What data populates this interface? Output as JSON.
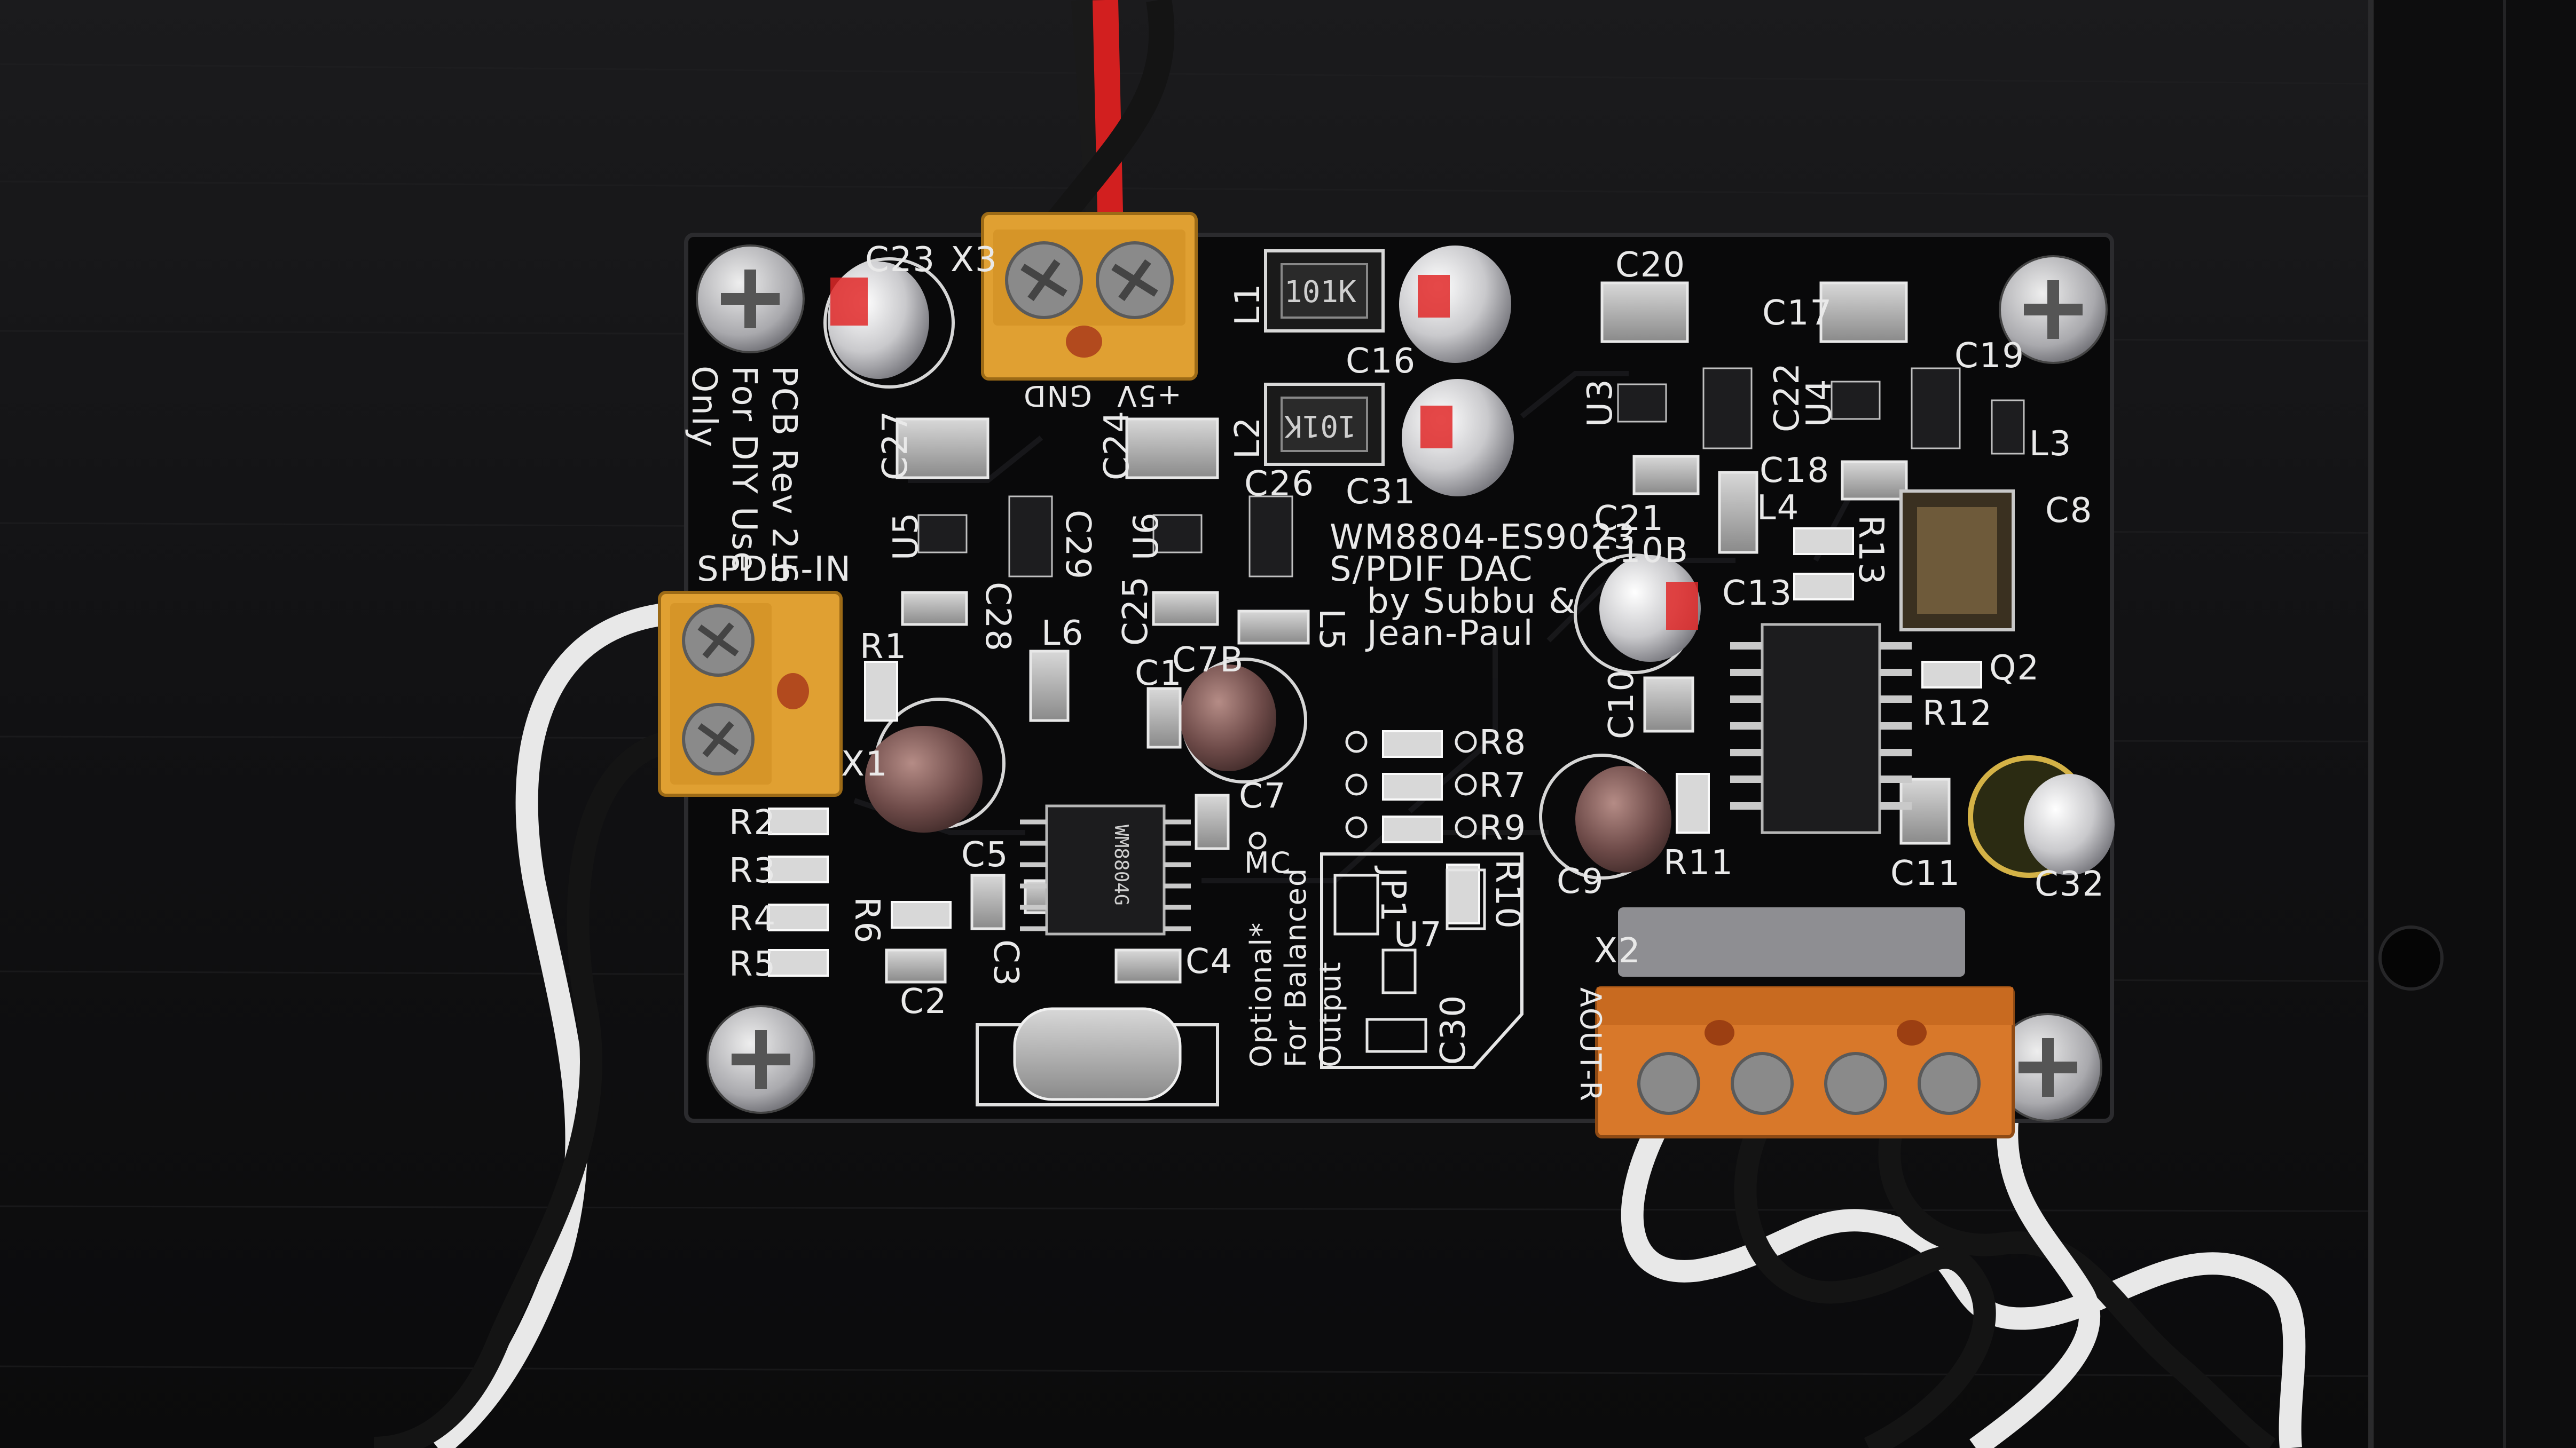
{
  "board": {
    "title_line1": "WM8804-ES9023",
    "title_line2": "S/PDIF DAC",
    "credit_line1": "by Subbu &",
    "credit_line2": "Jean-Paul",
    "rev_line1": "PCB Rev 2.6",
    "rev_line2": "For DIY Use",
    "rev_line3": "Only",
    "spdif_in": "SPDIF-IN",
    "gnd": "GND",
    "plus5v": "+5V",
    "optional_line1": "Optional*",
    "optional_line2": "For Balanced",
    "optional_line3": "Output",
    "aout_r": "AOUT-R",
    "mc": "MC"
  },
  "labels": {
    "C23": "C23",
    "X3": "X3",
    "L1": "L1",
    "L2": "L2",
    "C16": "C16",
    "C31": "C31",
    "C20": "C20",
    "C17": "C17",
    "C19": "C19",
    "C22": "C22",
    "U3": "U3",
    "U4": "U4",
    "L3": "L3",
    "C21": "C21",
    "C18": "C18",
    "L4": "L4",
    "C8": "C8",
    "C10B": "C10B",
    "R13": "R13",
    "C13": "C13",
    "Q2": "Q2",
    "R12": "R12",
    "C10": "C10",
    "C27": "C27",
    "C24": "C24",
    "C26": "C26",
    "U5": "U5",
    "C29": "C29",
    "U6": "U6",
    "C28": "C28",
    "C25": "C25",
    "L5": "L5",
    "R1": "R1",
    "L6": "L6",
    "C1": "C1",
    "C7B": "C7B",
    "X1": "X1",
    "C7": "C7",
    "R8": "R8",
    "R7": "R7",
    "R9": "R9",
    "R2": "R2",
    "R3": "R3",
    "R4": "R4",
    "R5": "R5",
    "R6": "R6",
    "C5": "C5",
    "C2": "C2",
    "C3": "C3",
    "C4": "C4",
    "JP1": "JP1",
    "R10": "R10",
    "U7": "U7",
    "C30": "C30",
    "C9": "C9",
    "R11": "R11",
    "C11": "C11",
    "C32": "C32",
    "X2": "X2"
  },
  "chip_marks": {
    "inductor1": "101K",
    "inductor2": "101K",
    "wm_chip": "WM8804G"
  },
  "colors": {
    "pcb": "#0a0a0b",
    "terminal_yellow": "#e0a032",
    "terminal_orange": "#d8782a",
    "silkscreen": "#e9e9e9",
    "wire_red": "#d21f1f"
  }
}
